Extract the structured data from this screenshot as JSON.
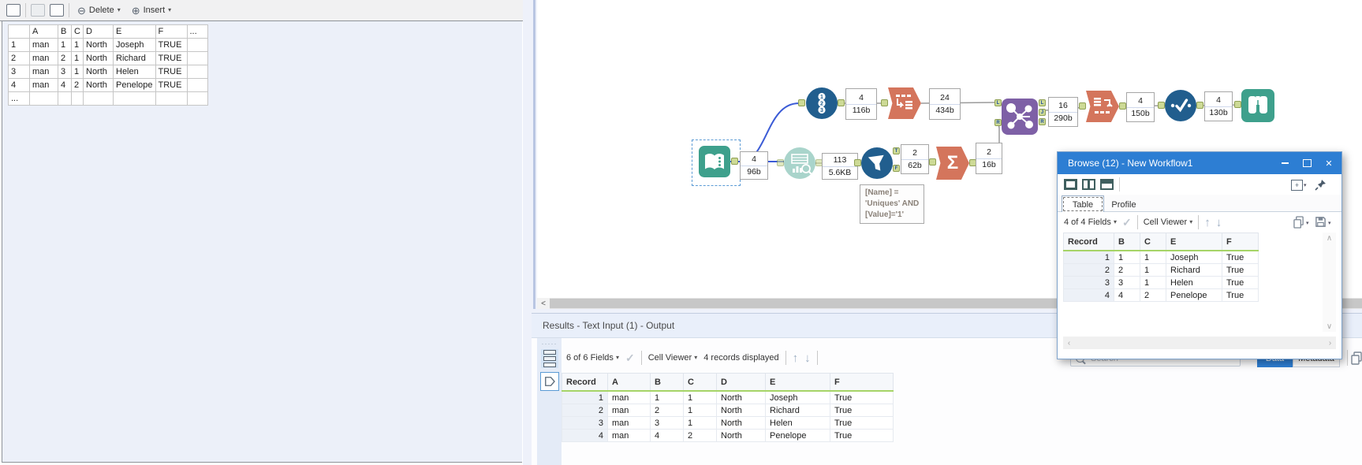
{
  "icons": {
    "caret": "▾",
    "check": "✓",
    "arrow_up": "↑",
    "arrow_down": "↓",
    "scroll_up": "∧",
    "scroll_down": "∨",
    "scroll_left": "‹",
    "scroll_right": "›",
    "pan_left": "<",
    "close": "✕",
    "minus_circle": "⊖",
    "plus_circle": "⊕",
    "plus": "+",
    "sigma": "Σ",
    "grip": "·····",
    "n1": "1",
    "n2": "2",
    "n3": "3"
  },
  "left_panel": {
    "toolbar": {
      "delete_label": "Delete",
      "insert_label": "Insert"
    },
    "grid": {
      "columns": [
        "",
        "A",
        "B",
        "C",
        "D",
        "E",
        "F",
        "..."
      ],
      "rows": [
        [
          "1",
          "man",
          "1",
          "1",
          "North",
          "Joseph",
          "TRUE",
          ""
        ],
        [
          "2",
          "man",
          "2",
          "1",
          "North",
          "Richard",
          "TRUE",
          ""
        ],
        [
          "3",
          "man",
          "3",
          "1",
          "North",
          "Helen",
          "TRUE",
          ""
        ],
        [
          "4",
          "man",
          "4",
          "2",
          "North",
          "Penelope",
          "TRUE",
          ""
        ],
        [
          "...",
          "",
          "",
          "",
          "",
          "",
          "",
          ""
        ]
      ]
    }
  },
  "canvas": {
    "counts": {
      "text_input": {
        "n": "4",
        "s": "96b"
      },
      "record_id": {
        "n": "4",
        "s": "116b"
      },
      "transpose": {
        "n": "24",
        "s": "434b"
      },
      "join": {
        "n": "16",
        "s": "290b"
      },
      "cross_tab": {
        "n": "4",
        "s": "150b"
      },
      "select": {
        "n": "4",
        "s": "130b"
      },
      "field_summary": {
        "n": "113",
        "s": "5.6KB"
      },
      "filter_t": {
        "n": "2",
        "s": "62b"
      },
      "summarize": {
        "n": "2",
        "s": "16b"
      }
    },
    "anchors": {
      "l": "L",
      "j": "J",
      "r": "R",
      "t": "T",
      "f": "F"
    },
    "annotation": {
      "line1": "[Name] =",
      "line2": "'Uniques' AND",
      "line3": "[Value]='1'"
    }
  },
  "browse_window": {
    "title": "Browse (12) - New Workflow1",
    "tab_table": "Table",
    "tab_profile": "Profile",
    "fields_label": "4 of 4 Fields",
    "cell_viewer_label": "Cell Viewer",
    "table": {
      "columns": [
        "Record",
        "B",
        "C",
        "E",
        "F"
      ],
      "rows": [
        [
          "1",
          "1",
          "1",
          "Joseph",
          "True"
        ],
        [
          "2",
          "2",
          "1",
          "Richard",
          "True"
        ],
        [
          "3",
          "3",
          "1",
          "Helen",
          "True"
        ],
        [
          "4",
          "4",
          "2",
          "Penelope",
          "True"
        ]
      ]
    }
  },
  "results_panel": {
    "title": "Results - Text Input (1) - Output",
    "fields_label": "6 of 6 Fields",
    "cell_viewer_label": "Cell Viewer",
    "records_label": "4 records displayed",
    "search_placeholder": "Search",
    "data_label": "Data",
    "metadata_label": "Metadata",
    "table": {
      "columns": [
        "Record",
        "A",
        "B",
        "C",
        "D",
        "E",
        "F"
      ],
      "rows": [
        [
          "1",
          "man",
          "1",
          "1",
          "North",
          "Joseph",
          "True"
        ],
        [
          "2",
          "man",
          "2",
          "1",
          "North",
          "Richard",
          "True"
        ],
        [
          "3",
          "man",
          "3",
          "1",
          "North",
          "Helen",
          "True"
        ],
        [
          "4",
          "man",
          "4",
          "2",
          "North",
          "Penelope",
          "True"
        ]
      ]
    }
  },
  "colors": {
    "accent_blue": "#2d7ed3",
    "tool_teal": "#3ea08c",
    "tool_salmon": "#d4755c",
    "tool_navy": "#215e8e",
    "tool_purple": "#7e60a6",
    "anchor_green": "#cdda96",
    "quality_green": "#a6d467",
    "selected_connection": "#3b5bd6"
  }
}
